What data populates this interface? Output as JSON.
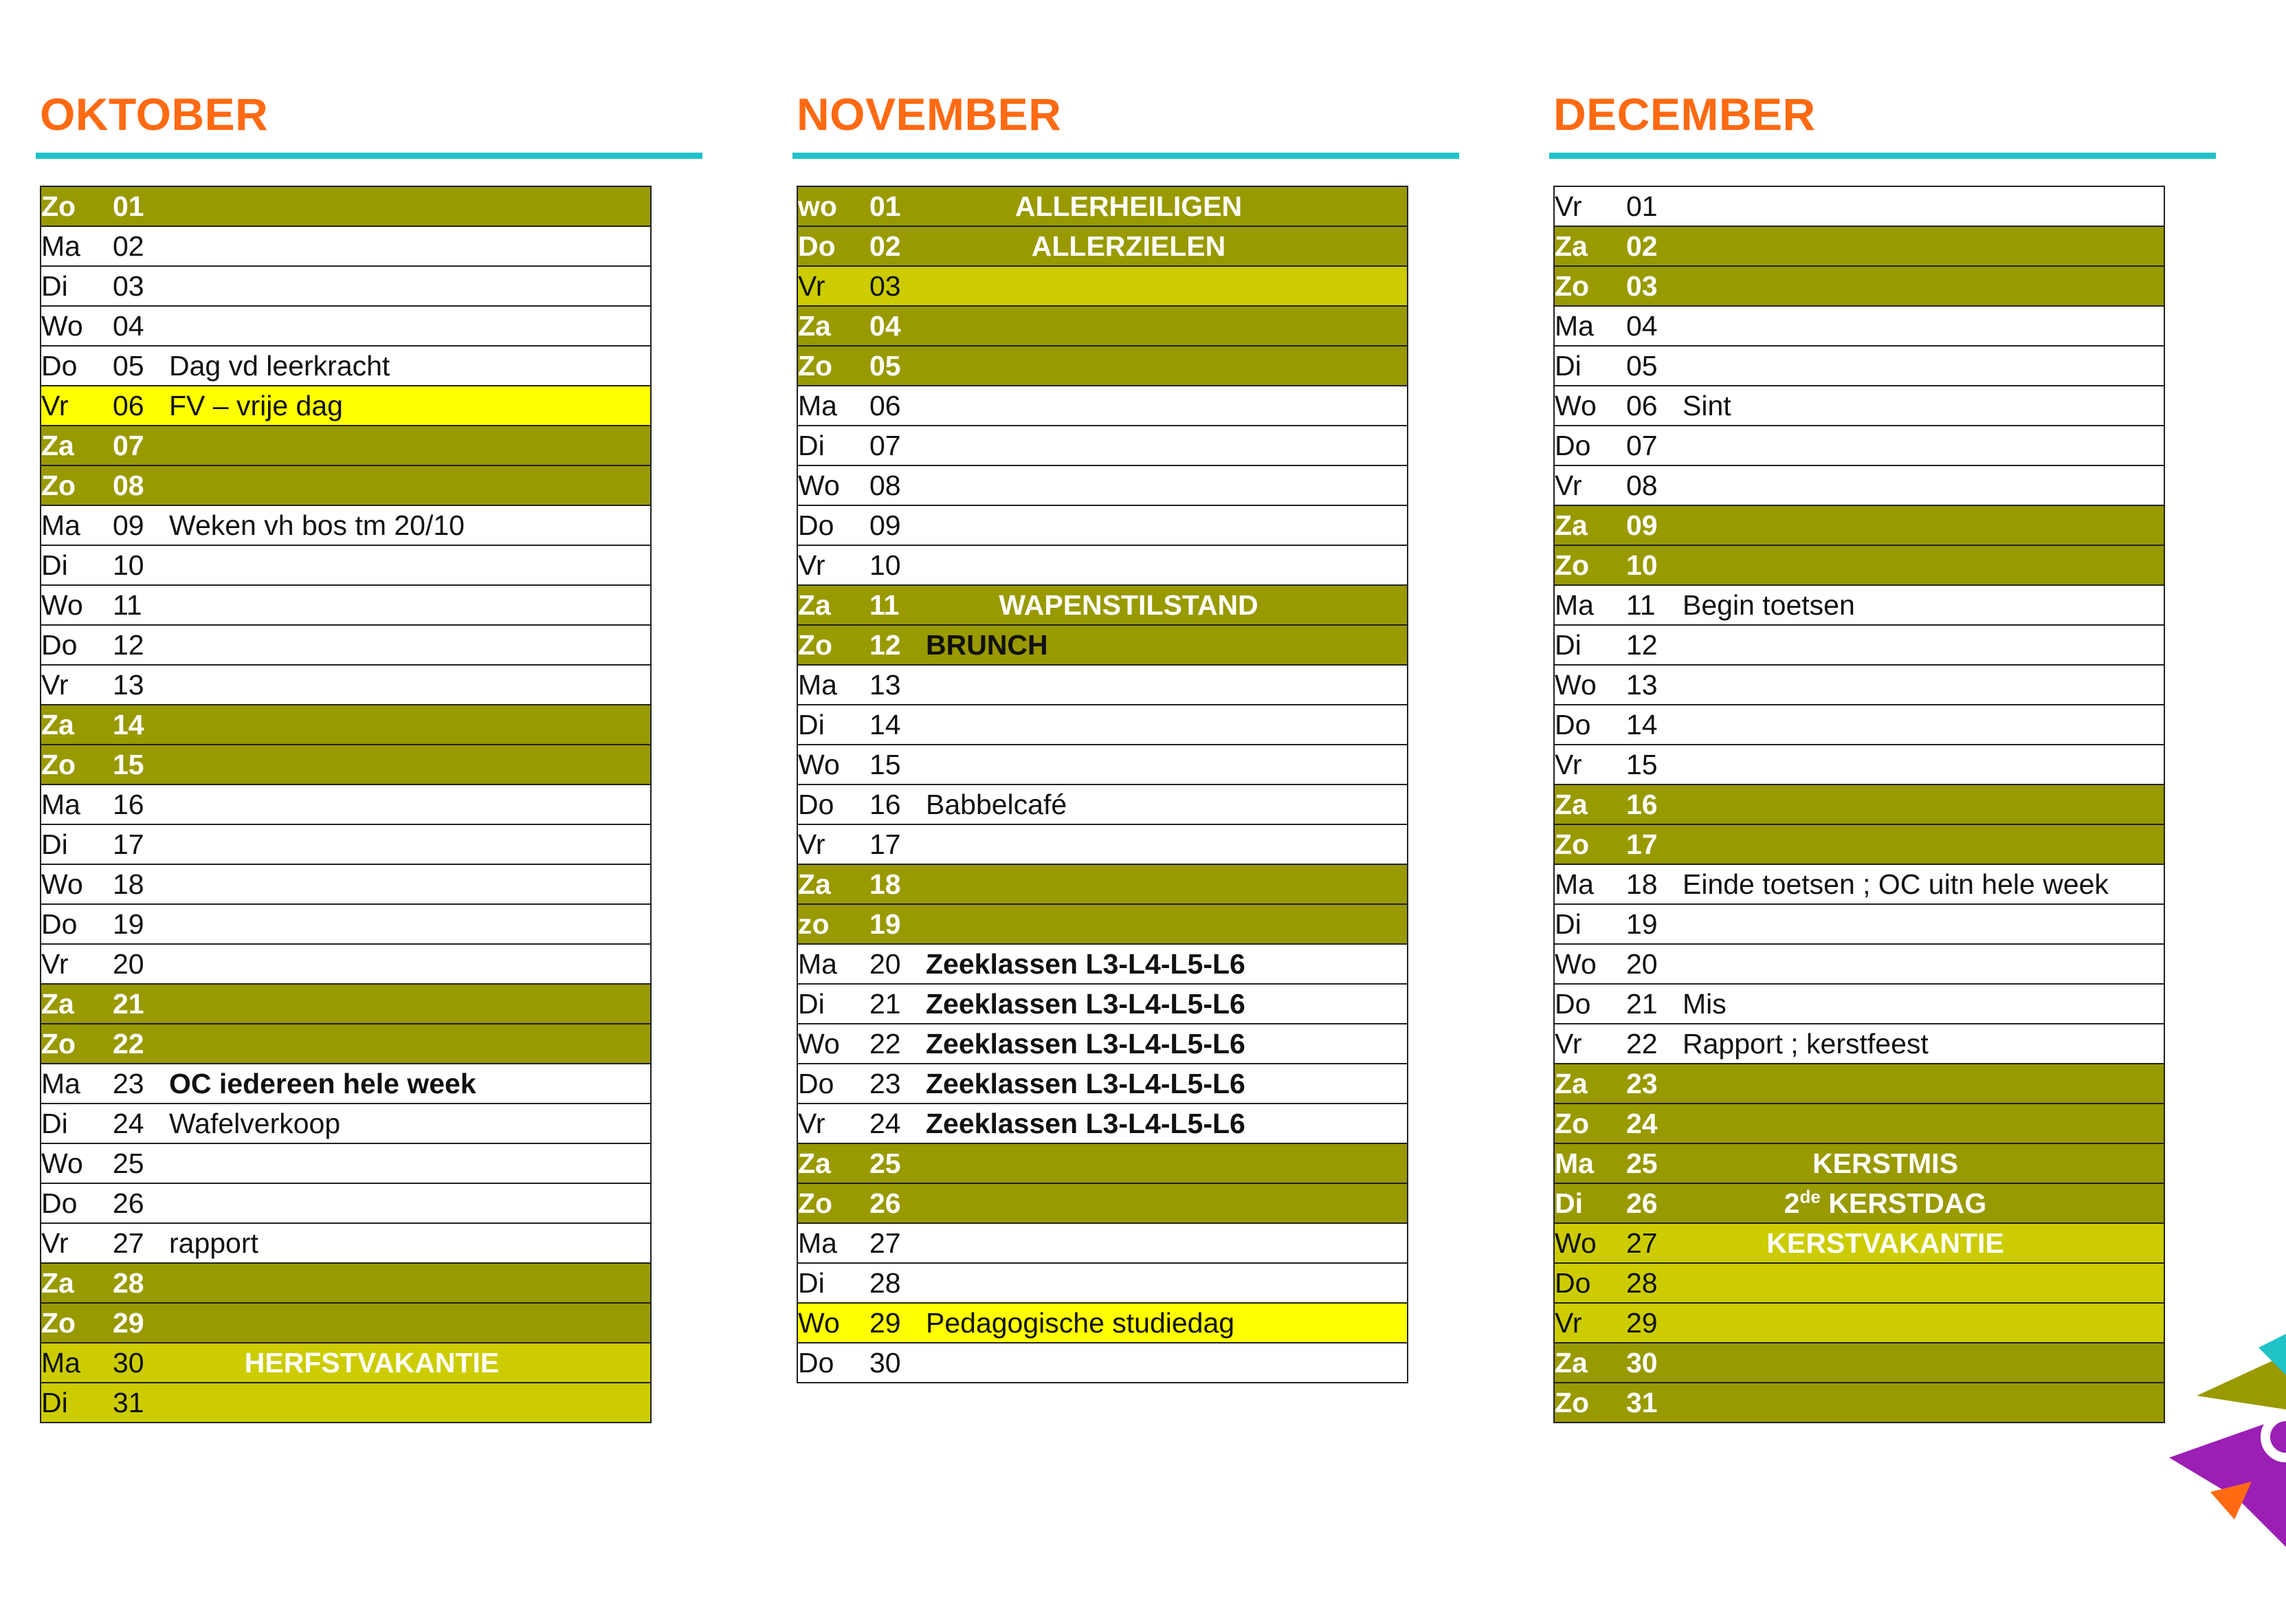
{
  "months": [
    {
      "name": "OKTOBER",
      "rows": [
        {
          "day": "Zo",
          "num": "01",
          "event": "",
          "style": "we"
        },
        {
          "day": "Ma",
          "num": "02",
          "event": "",
          "style": ""
        },
        {
          "day": "Di",
          "num": "03",
          "event": "",
          "style": ""
        },
        {
          "day": "Wo",
          "num": "04",
          "event": "",
          "style": ""
        },
        {
          "day": "Do",
          "num": "05",
          "event": "Dag vd leerkracht",
          "style": ""
        },
        {
          "day": "Vr",
          "num": "06",
          "event": "FV – vrije dag",
          "style": "yel"
        },
        {
          "day": "Za",
          "num": "07",
          "event": "",
          "style": "we"
        },
        {
          "day": "Zo",
          "num": "08",
          "event": "",
          "style": "we"
        },
        {
          "day": "Ma",
          "num": "09",
          "event": "Weken vh bos  tm 20/10",
          "style": ""
        },
        {
          "day": "Di",
          "num": "10",
          "event": "",
          "style": ""
        },
        {
          "day": "Wo",
          "num": "11",
          "event": "",
          "style": ""
        },
        {
          "day": "Do",
          "num": "12",
          "event": "",
          "style": ""
        },
        {
          "day": "Vr",
          "num": "13",
          "event": "",
          "style": ""
        },
        {
          "day": "Za",
          "num": "14",
          "event": "",
          "style": "we"
        },
        {
          "day": "Zo",
          "num": "15",
          "event": "",
          "style": "we"
        },
        {
          "day": "Ma",
          "num": "16",
          "event": "",
          "style": ""
        },
        {
          "day": "Di",
          "num": "17",
          "event": "",
          "style": ""
        },
        {
          "day": "Wo",
          "num": "18",
          "event": "",
          "style": ""
        },
        {
          "day": "Do",
          "num": "19",
          "event": "",
          "style": ""
        },
        {
          "day": "Vr",
          "num": "20",
          "event": "",
          "style": ""
        },
        {
          "day": "Za",
          "num": "21",
          "event": "",
          "style": "we"
        },
        {
          "day": "Zo",
          "num": "22",
          "event": "",
          "style": "we"
        },
        {
          "day": "Ma",
          "num": "23",
          "event": "OC iedereen hele week",
          "style": "",
          "bold": true
        },
        {
          "day": "Di",
          "num": "24",
          "event": "Wafelverkoop",
          "style": ""
        },
        {
          "day": "Wo",
          "num": "25",
          "event": "",
          "style": ""
        },
        {
          "day": "Do",
          "num": "26",
          "event": "",
          "style": ""
        },
        {
          "day": "Vr",
          "num": "27",
          "event": "rapport",
          "style": ""
        },
        {
          "day": "Za",
          "num": "28",
          "event": "",
          "style": "we"
        },
        {
          "day": "Zo",
          "num": "29",
          "event": "",
          "style": "we"
        },
        {
          "day": "Ma",
          "num": "30",
          "event": "HERFSTVAKANTIE",
          "style": "hol",
          "center": true
        },
        {
          "day": "Di",
          "num": "31",
          "event": "",
          "style": "hol"
        }
      ]
    },
    {
      "name": "NOVEMBER",
      "rows": [
        {
          "day": "wo",
          "num": "01",
          "event": "ALLERHEILIGEN",
          "style": "we",
          "center": true
        },
        {
          "day": "Do",
          "num": "02",
          "event": "ALLERZIELEN",
          "style": "we",
          "center": true
        },
        {
          "day": "Vr",
          "num": "03",
          "event": "",
          "style": "hol"
        },
        {
          "day": "Za",
          "num": "04",
          "event": "",
          "style": "we"
        },
        {
          "day": "Zo",
          "num": "05",
          "event": "",
          "style": "we"
        },
        {
          "day": "Ma",
          "num": "06",
          "event": "",
          "style": ""
        },
        {
          "day": "Di",
          "num": "07",
          "event": "",
          "style": ""
        },
        {
          "day": "Wo",
          "num": "08",
          "event": "",
          "style": ""
        },
        {
          "day": "Do",
          "num": "09",
          "event": "",
          "style": ""
        },
        {
          "day": "Vr",
          "num": "10",
          "event": "",
          "style": ""
        },
        {
          "day": "Za",
          "num": "11",
          "event": "WAPENSTILSTAND",
          "style": "we",
          "center": true
        },
        {
          "day": "Zo",
          "num": "12",
          "event": "BRUNCH",
          "style": "we",
          "dark": true
        },
        {
          "day": "Ma",
          "num": "13",
          "event": "",
          "style": ""
        },
        {
          "day": "Di",
          "num": "14",
          "event": "",
          "style": ""
        },
        {
          "day": "Wo",
          "num": "15",
          "event": "",
          "style": ""
        },
        {
          "day": "Do",
          "num": "16",
          "event": "Babbelcafé",
          "style": ""
        },
        {
          "day": "Vr",
          "num": "17",
          "event": "",
          "style": ""
        },
        {
          "day": "Za",
          "num": "18",
          "event": "",
          "style": "we"
        },
        {
          "day": "zo",
          "num": "19",
          "event": "",
          "style": "we"
        },
        {
          "day": "Ma",
          "num": "20",
          "event": "Zeeklassen L3-L4-L5-L6",
          "style": "",
          "bold": true
        },
        {
          "day": "Di",
          "num": "21",
          "event": "Zeeklassen L3-L4-L5-L6",
          "style": "",
          "bold": true
        },
        {
          "day": "Wo",
          "num": "22",
          "event": "Zeeklassen L3-L4-L5-L6",
          "style": "",
          "bold": true
        },
        {
          "day": "Do",
          "num": "23",
          "event": "Zeeklassen L3-L4-L5-L6",
          "style": "",
          "bold": true
        },
        {
          "day": "Vr",
          "num": "24",
          "event": "Zeeklassen L3-L4-L5-L6",
          "style": "",
          "bold": true
        },
        {
          "day": "Za",
          "num": "25",
          "event": "",
          "style": "we"
        },
        {
          "day": "Zo",
          "num": "26",
          "event": "",
          "style": "we"
        },
        {
          "day": "Ma",
          "num": "27",
          "event": "",
          "style": ""
        },
        {
          "day": "Di",
          "num": "28",
          "event": "",
          "style": ""
        },
        {
          "day": "Wo",
          "num": "29",
          "event": "Pedagogische studiedag",
          "style": "yel"
        },
        {
          "day": "Do",
          "num": "30",
          "event": "",
          "style": ""
        }
      ]
    },
    {
      "name": "DECEMBER",
      "rows": [
        {
          "day": "Vr",
          "num": "01",
          "event": "",
          "style": ""
        },
        {
          "day": "Za",
          "num": "02",
          "event": "",
          "style": "we"
        },
        {
          "day": "Zo",
          "num": "03",
          "event": "",
          "style": "we"
        },
        {
          "day": "Ma",
          "num": "04",
          "event": "",
          "style": ""
        },
        {
          "day": "Di",
          "num": "05",
          "event": "",
          "style": ""
        },
        {
          "day": "Wo",
          "num": "06",
          "event": "Sint",
          "style": ""
        },
        {
          "day": "Do",
          "num": "07",
          "event": "",
          "style": ""
        },
        {
          "day": "Vr",
          "num": "08",
          "event": "",
          "style": ""
        },
        {
          "day": "Za",
          "num": "09",
          "event": "",
          "style": "we"
        },
        {
          "day": "Zo",
          "num": "10",
          "event": "",
          "style": "we"
        },
        {
          "day": "Ma",
          "num": "11",
          "event": "Begin toetsen",
          "style": ""
        },
        {
          "day": "Di",
          "num": "12",
          "event": "",
          "style": ""
        },
        {
          "day": "Wo",
          "num": "13",
          "event": "",
          "style": ""
        },
        {
          "day": "Do",
          "num": "14",
          "event": "",
          "style": ""
        },
        {
          "day": "Vr",
          "num": "15",
          "event": "",
          "style": ""
        },
        {
          "day": "Za",
          "num": "16",
          "event": "",
          "style": "we"
        },
        {
          "day": "Zo",
          "num": "17",
          "event": "",
          "style": "we"
        },
        {
          "day": "Ma",
          "num": "18",
          "event": "Einde toetsen ; OC uitn hele week",
          "style": ""
        },
        {
          "day": "Di",
          "num": "19",
          "event": "",
          "style": ""
        },
        {
          "day": "Wo",
          "num": "20",
          "event": "",
          "style": ""
        },
        {
          "day": "Do",
          "num": "21",
          "event": "Mis",
          "style": ""
        },
        {
          "day": "Vr",
          "num": "22",
          "event": "Rapport ; kerstfeest",
          "style": ""
        },
        {
          "day": "Za",
          "num": "23",
          "event": "",
          "style": "we"
        },
        {
          "day": "Zo",
          "num": "24",
          "event": "",
          "style": "we"
        },
        {
          "day": "Ma",
          "num": "25",
          "event": "KERSTMIS",
          "style": "we",
          "center": true
        },
        {
          "day": "Di",
          "num": "26",
          "event": "KERSTDAG",
          "sup": "de",
          "prefix": "2",
          "style": "we",
          "center": true
        },
        {
          "day": "Wo",
          "num": "27",
          "event": "KERSTVAKANTIE",
          "style": "hol",
          "center": true
        },
        {
          "day": "Do",
          "num": "28",
          "event": "",
          "style": "hol"
        },
        {
          "day": "Vr",
          "num": "29",
          "event": "",
          "style": "hol"
        },
        {
          "day": "Za",
          "num": "30",
          "event": "",
          "style": "we"
        },
        {
          "day": "Zo",
          "num": "31",
          "event": "",
          "style": "we"
        }
      ]
    }
  ],
  "colors": {
    "title": "#ff6a13",
    "rule": "#1fc3c8",
    "weekend": "#999900",
    "holiday": "#cccc00",
    "highlight": "#ffff00"
  },
  "logo_icon": "school-logo-icon"
}
